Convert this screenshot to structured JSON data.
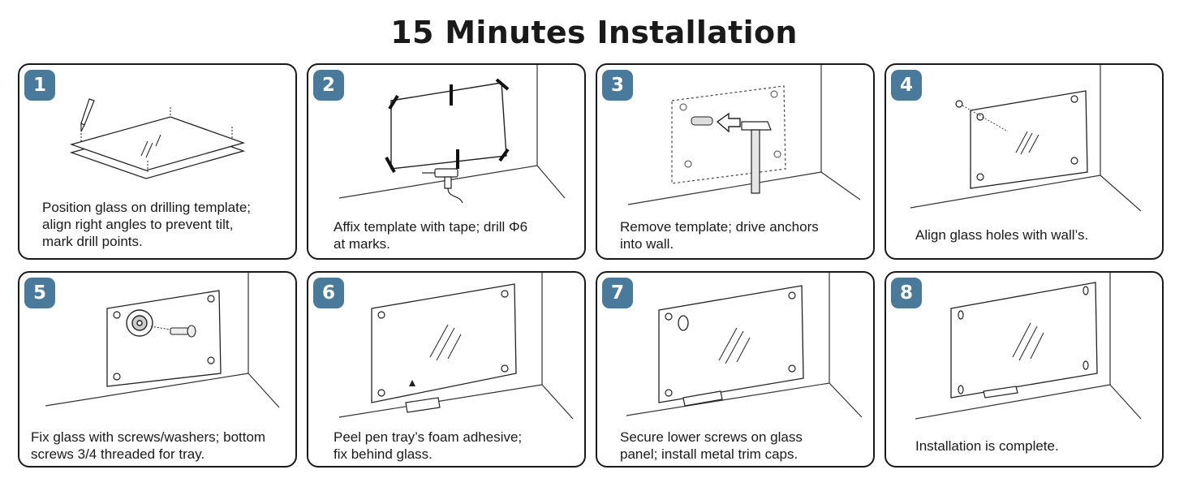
{
  "title": "15 Minutes Installation",
  "steps": [
    {
      "number": "1",
      "caption": "Position glass on drilling template;\nalign right angles to prevent tilt,\nmark drill points."
    },
    {
      "number": "2",
      "caption": "Affix template with tape; drill Φ6\nat marks."
    },
    {
      "number": "3",
      "caption": "Remove template; drive anchors\ninto wall."
    },
    {
      "number": "4",
      "caption": "Align glass holes with wall’s."
    },
    {
      "number": "5",
      "caption": "Fix glass with screws/washers; bottom\nscrews 3/4 threaded for tray."
    },
    {
      "number": "6",
      "caption": "Peel pen tray’s foam adhesive;\nfix behind glass."
    },
    {
      "number": "7",
      "caption": "Secure lower screws on glass\npanel; install metal trim caps."
    },
    {
      "number": "8",
      "caption": "Installation is complete."
    }
  ],
  "colors": {
    "badge": "#4a7a9b",
    "border": "#1a1a1a"
  },
  "icons": [
    "pen-icon",
    "drill-icon",
    "hammer-icon",
    "anchor-icon",
    "screw-icon",
    "washer-icon",
    "pen-tray-icon",
    "warning-icon"
  ]
}
